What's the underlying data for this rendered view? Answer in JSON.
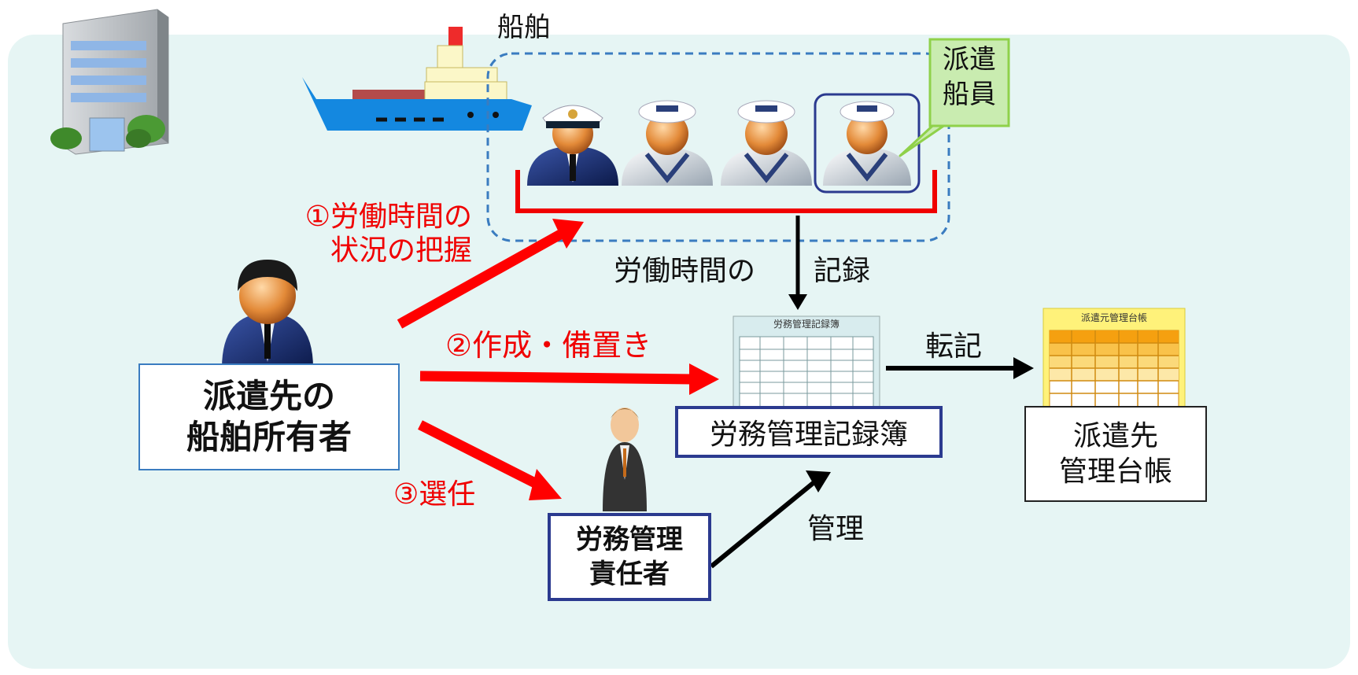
{
  "ship_label": "船舶",
  "dispatched_crew_label": [
    "派遣",
    "船員"
  ],
  "step1_label": [
    "①労働時間の",
    "状況の把握"
  ],
  "step2_label": "②作成・備置き",
  "step3_label": "③選任",
  "record_labels": {
    "left": "労働時間の",
    "right": "記録"
  },
  "transfer_label": "転記",
  "manage_label": "管理",
  "owner_box": [
    "派遣先の",
    "船舶所有者"
  ],
  "labor_record_book_label": "労務管理記録簿",
  "ledger_box": [
    "派遣先",
    "管理台帳"
  ],
  "manager_box": [
    "労務管理",
    "責任者"
  ],
  "record_book_thumbnail_title": "労務管理記録簿",
  "ledger_thumbnail_title": "派遣元管理台帳",
  "icons": [
    "building-icon",
    "ship-icon",
    "captain-icon",
    "sailor-icon",
    "businessman-icon",
    "suited-man-icon",
    "document-icon",
    "ledger-icon"
  ],
  "colors": {
    "panel": "#e6f5f4",
    "arrow_red": "#ff0000",
    "box_border_navy": "#2b3a8f",
    "box_border_blue": "#3a7cc0",
    "callout_green": "#c9ecb0",
    "ship_blue": "#1488e0"
  }
}
